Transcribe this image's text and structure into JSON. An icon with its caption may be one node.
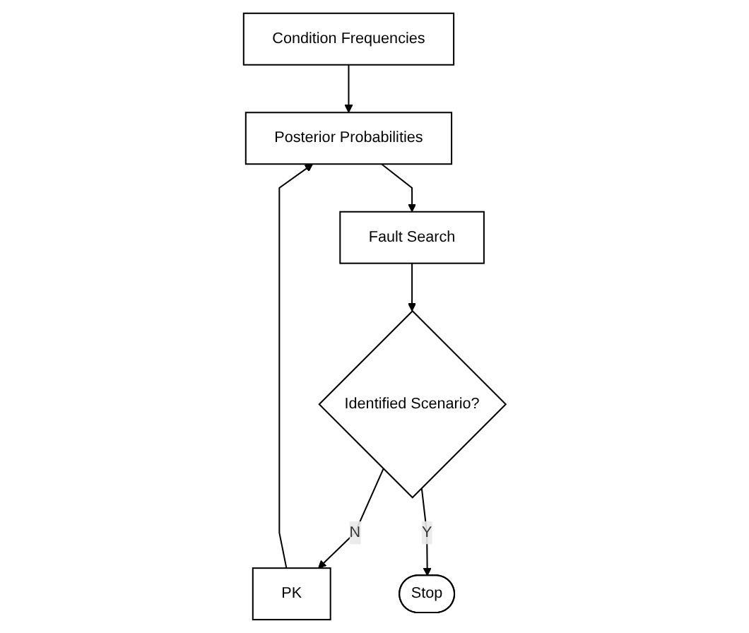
{
  "diagram": {
    "nodes": [
      {
        "text": [
          "Condition Frequencies"
        ]
      },
      {
        "text": [
          "Posterior Probabilities"
        ]
      },
      {
        "text": [
          "Fault Search"
        ]
      },
      {
        "text": [
          "Identified Scenario?"
        ]
      },
      {
        "text": [
          "PK"
        ]
      },
      {
        "text": [
          "Stop"
        ]
      }
    ],
    "edges": [
      {
        "from": 0,
        "to": 1,
        "arrow": "to"
      },
      {
        "from": 1,
        "to": 2,
        "arrow": "to"
      },
      {
        "from": 2,
        "to": 3,
        "arrow": "to"
      },
      {
        "from": 3,
        "to": 4,
        "label": "N",
        "arrow": "to"
      },
      {
        "from": 3,
        "to": 5,
        "label": "Y",
        "arrow": "to"
      },
      {
        "from": 4,
        "to": 1,
        "arrow": "to"
      }
    ]
  }
}
